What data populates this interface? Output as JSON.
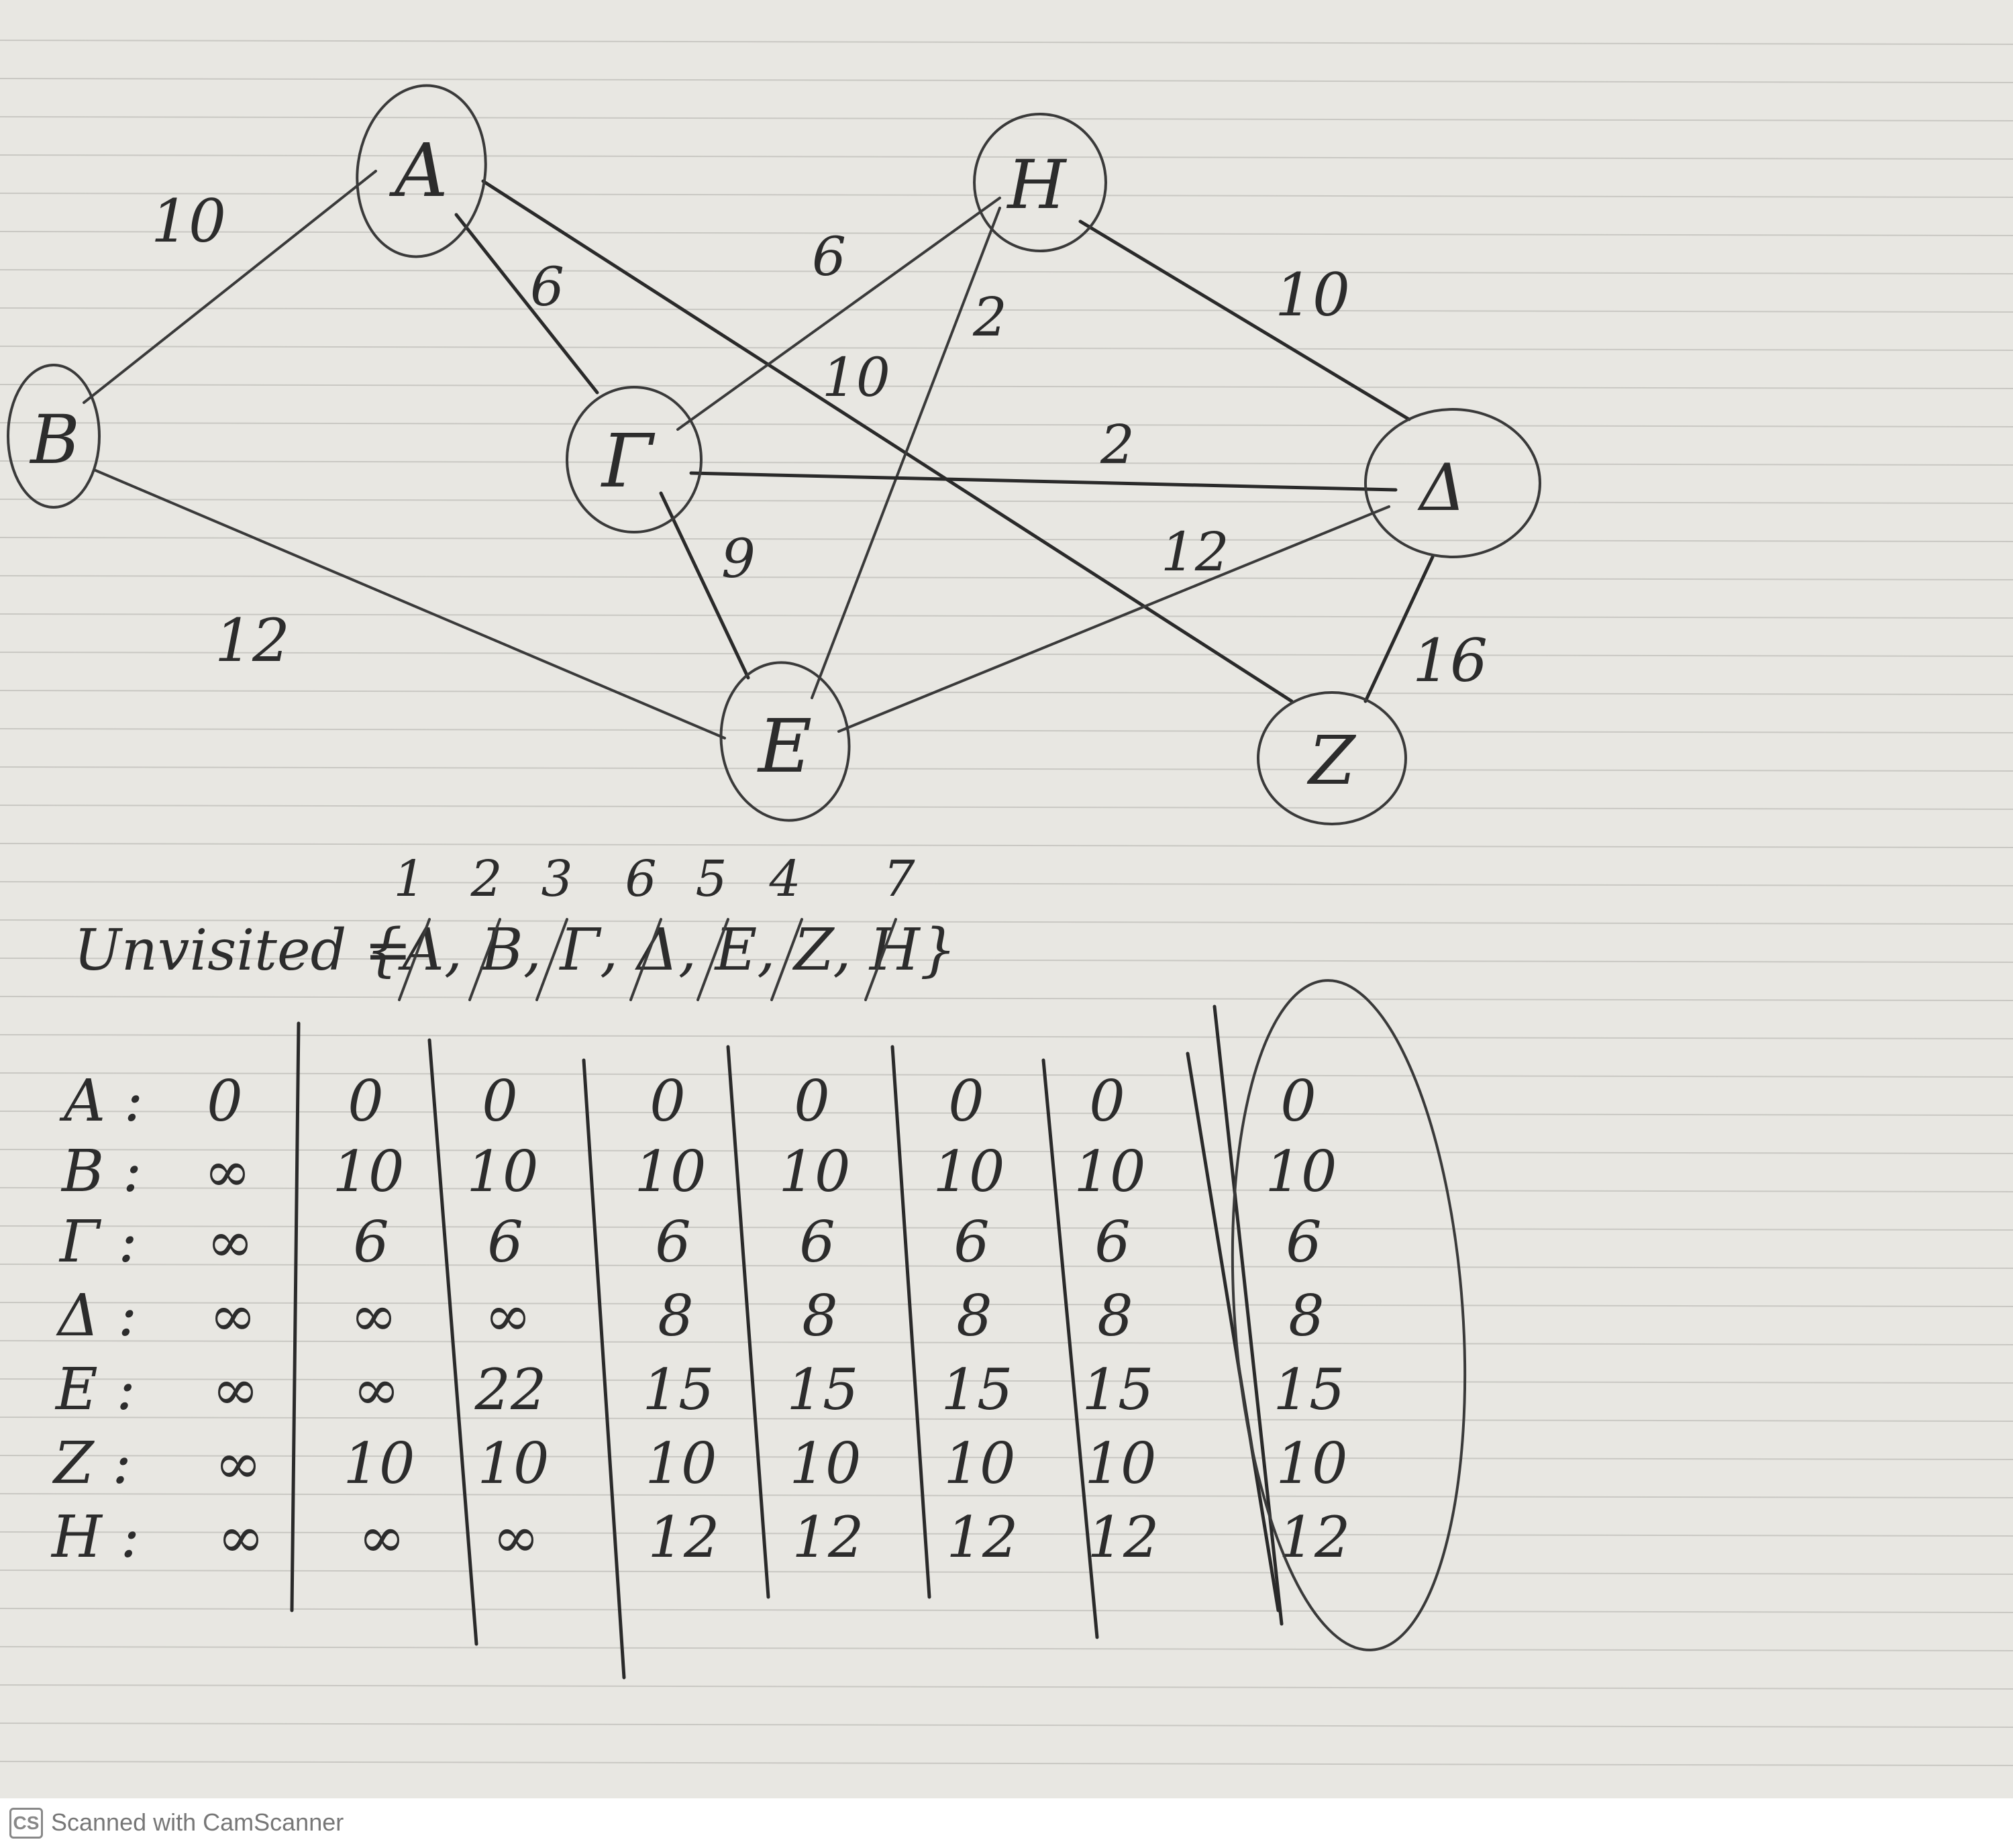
{
  "graph": {
    "nodes": [
      {
        "id": "A",
        "label": "A"
      },
      {
        "id": "B",
        "label": "B"
      },
      {
        "id": "C",
        "label": "Γ"
      },
      {
        "id": "H",
        "label": "H"
      },
      {
        "id": "D",
        "label": "Δ"
      },
      {
        "id": "E",
        "label": "E"
      },
      {
        "id": "Z",
        "label": "Z"
      }
    ],
    "edges": [
      {
        "from": "B",
        "to": "A",
        "weight": "10"
      },
      {
        "from": "A",
        "to": "C",
        "weight": "6"
      },
      {
        "from": "A",
        "to": "Z",
        "weight": "10"
      },
      {
        "from": "C",
        "to": "H",
        "weight": "6"
      },
      {
        "from": "E",
        "to": "H",
        "weight": "2"
      },
      {
        "from": "H",
        "to": "D",
        "weight": "10"
      },
      {
        "from": "C",
        "to": "D",
        "weight": "2"
      },
      {
        "from": "C",
        "to": "E",
        "weight": "9"
      },
      {
        "from": "B",
        "to": "E",
        "weight": "12"
      },
      {
        "from": "E",
        "to": "D",
        "weight": "12"
      },
      {
        "from": "Z",
        "to": "D",
        "weight": "16"
      }
    ]
  },
  "unvisited": {
    "label": "Unvisited =",
    "order_numbers": [
      "1",
      "2",
      "3",
      "6",
      "5",
      "4",
      "7"
    ],
    "set_text": "{A, B, Γ, Δ, E, Z, H}"
  },
  "table": {
    "row_labels": [
      "A :",
      "B :",
      "Γ :",
      "Δ :",
      "E :",
      "Z :",
      "H :"
    ],
    "columns": [
      [
        "0",
        "∞",
        "∞",
        "∞",
        "∞",
        "∞",
        "∞"
      ],
      [
        "0",
        "10",
        "6",
        "∞",
        "∞",
        "10",
        "∞"
      ],
      [
        "0",
        "10",
        "6",
        "∞",
        "22",
        "10",
        "∞"
      ],
      [
        "0",
        "10",
        "6",
        "8",
        "15",
        "10",
        "12"
      ],
      [
        "0",
        "10",
        "6",
        "8",
        "15",
        "10",
        "12"
      ],
      [
        "0",
        "10",
        "6",
        "8",
        "15",
        "10",
        "12"
      ],
      [
        "0",
        "10",
        "6",
        "8",
        "15",
        "10",
        "12"
      ],
      [
        "0",
        "10",
        "6",
        "8",
        "15",
        "10",
        "12"
      ]
    ]
  },
  "footer": {
    "logo": "CS",
    "text": "Scanned with CamScanner"
  }
}
